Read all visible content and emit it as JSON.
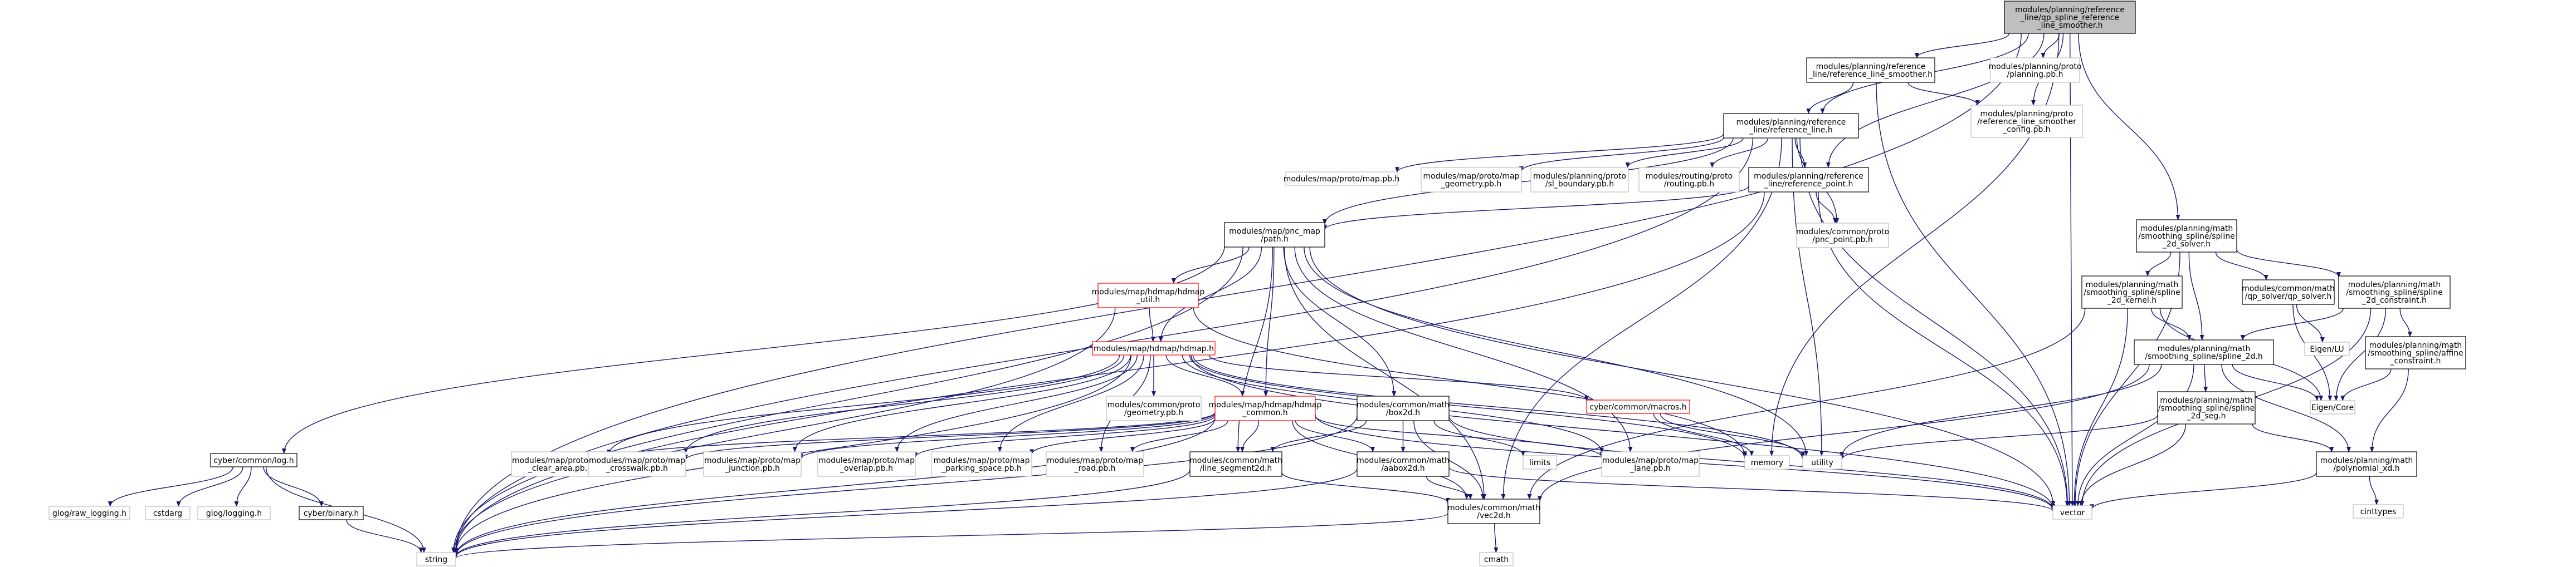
{
  "graph": {
    "title": "modules/planning/reference_line/qp_spline_reference_line_smoother.h",
    "colors": {
      "edge": "#191970",
      "node_border_default": "#bfbfbf",
      "node_border_documented": "#000000",
      "node_border_red": "#ff0000",
      "root_fill": "#bfbfbf",
      "node_fill": "#ffffff",
      "text": "#000000"
    },
    "nodes": [
      {
        "id": "root",
        "lines": [
          "modules/planning/reference",
          "_line/qp_spline_reference",
          "_line_smoother.h"
        ]
      },
      {
        "id": "rls",
        "lines": [
          "modules/planning/reference",
          "_line/reference_line_smoother.h"
        ]
      },
      {
        "id": "pplanning",
        "lines": [
          "modules/planning/proto",
          "/planning.pb.h"
        ]
      },
      {
        "id": "pconfig",
        "lines": [
          "modules/planning/proto",
          "/reference_line_smoother",
          "_config.pb.h"
        ]
      },
      {
        "id": "rl",
        "lines": [
          "modules/planning/reference",
          "_line/reference_line.h"
        ]
      },
      {
        "id": "rp",
        "lines": [
          "modules/planning/reference",
          "_line/reference_point.h"
        ]
      },
      {
        "id": "mapproto",
        "lines": [
          "modules/map/proto/map.pb.h"
        ]
      },
      {
        "id": "mapgeom",
        "lines": [
          "modules/map/proto/map",
          "_geometry.pb.h"
        ]
      },
      {
        "id": "slb",
        "lines": [
          "modules/planning/proto",
          "/sl_boundary.pb.h"
        ]
      },
      {
        "id": "routing",
        "lines": [
          "modules/routing/proto",
          "/routing.pb.h"
        ]
      },
      {
        "id": "pncpoint",
        "lines": [
          "modules/common/proto",
          "/pnc_point.pb.h"
        ]
      },
      {
        "id": "path",
        "lines": [
          "modules/map/pnc_map",
          "/path.h"
        ]
      },
      {
        "id": "hdutil",
        "lines": [
          "modules/map/hdmap/hdmap",
          "_util.h"
        ]
      },
      {
        "id": "hdmap",
        "lines": [
          "modules/map/hdmap/hdmap.h"
        ]
      },
      {
        "id": "log",
        "lines": [
          "cyber/common/log.h"
        ]
      },
      {
        "id": "geometry",
        "lines": [
          "modules/common/proto",
          "/geometry.pb.h"
        ]
      },
      {
        "id": "hdcommon",
        "lines": [
          "modules/map/hdmap/hdmap",
          "_common.h"
        ]
      },
      {
        "id": "box2d",
        "lines": [
          "modules/common/math",
          "/box2d.h"
        ]
      },
      {
        "id": "macros",
        "lines": [
          "cyber/common/macros.h"
        ]
      },
      {
        "id": "clear",
        "lines": [
          "modules/map/proto/map",
          "_clear_area.pb.h"
        ]
      },
      {
        "id": "crosswalk",
        "lines": [
          "modules/map/proto/map",
          "_crosswalk.pb.h"
        ]
      },
      {
        "id": "junction",
        "lines": [
          "modules/map/proto/map",
          "_junction.pb.h"
        ]
      },
      {
        "id": "overlap",
        "lines": [
          "modules/map/proto/map",
          "_overlap.pb.h"
        ]
      },
      {
        "id": "parking",
        "lines": [
          "modules/map/proto/map",
          "_parking_space.pb.h"
        ]
      },
      {
        "id": "road",
        "lines": [
          "modules/map/proto/map",
          "_road.pb.h"
        ]
      },
      {
        "id": "lineseg",
        "lines": [
          "modules/common/math",
          "/line_segment2d.h"
        ]
      },
      {
        "id": "limits",
        "lines": [
          "limits"
        ]
      },
      {
        "id": "aabox",
        "lines": [
          "modules/common/math",
          "/aabox2d.h"
        ]
      },
      {
        "id": "lane",
        "lines": [
          "modules/map/proto/map",
          "_lane.pb.h"
        ]
      },
      {
        "id": "memory",
        "lines": [
          "memory"
        ]
      },
      {
        "id": "utility",
        "lines": [
          "utility"
        ]
      },
      {
        "id": "rawlog",
        "lines": [
          "glog/raw_logging.h"
        ]
      },
      {
        "id": "cstdarg",
        "lines": [
          "cstdarg"
        ]
      },
      {
        "id": "glog",
        "lines": [
          "glog/logging.h"
        ]
      },
      {
        "id": "binary",
        "lines": [
          "cyber/binary.h"
        ]
      },
      {
        "id": "string",
        "lines": [
          "string"
        ]
      },
      {
        "id": "vec2d",
        "lines": [
          "modules/common/math",
          "/vec2d.h"
        ]
      },
      {
        "id": "cmath",
        "lines": [
          "cmath"
        ]
      },
      {
        "id": "vector",
        "lines": [
          "vector"
        ]
      },
      {
        "id": "s2dsolver",
        "lines": [
          "modules/planning/math",
          "/smoothing_spline/spline",
          "_2d_solver.h"
        ]
      },
      {
        "id": "s2dkernel",
        "lines": [
          "modules/planning/math",
          "/smoothing_spline/spline",
          "_2d_kernel.h"
        ]
      },
      {
        "id": "qpsolver",
        "lines": [
          "modules/common/math",
          "/qp_solver/qp_solver.h"
        ]
      },
      {
        "id": "s2dconstraint",
        "lines": [
          "modules/planning/math",
          "/smoothing_spline/spline",
          "_2d_constraint.h"
        ]
      },
      {
        "id": "s2d",
        "lines": [
          "modules/planning/math",
          "/smoothing_spline/spline_2d.h"
        ]
      },
      {
        "id": "eigenlu",
        "lines": [
          "Eigen/LU"
        ]
      },
      {
        "id": "affine",
        "lines": [
          "modules/planning/math",
          "/smoothing_spline/affine",
          "_constraint.h"
        ]
      },
      {
        "id": "eigencore",
        "lines": [
          "Eigen/Core"
        ]
      },
      {
        "id": "s2dseg",
        "lines": [
          "modules/planning/math",
          "/smoothing_spline/spline",
          "_2d_seg.h"
        ]
      },
      {
        "id": "poly",
        "lines": [
          "modules/planning/math",
          "/polynomial_xd.h"
        ]
      },
      {
        "id": "cinttypes",
        "lines": [
          "cinttypes"
        ]
      }
    ]
  }
}
